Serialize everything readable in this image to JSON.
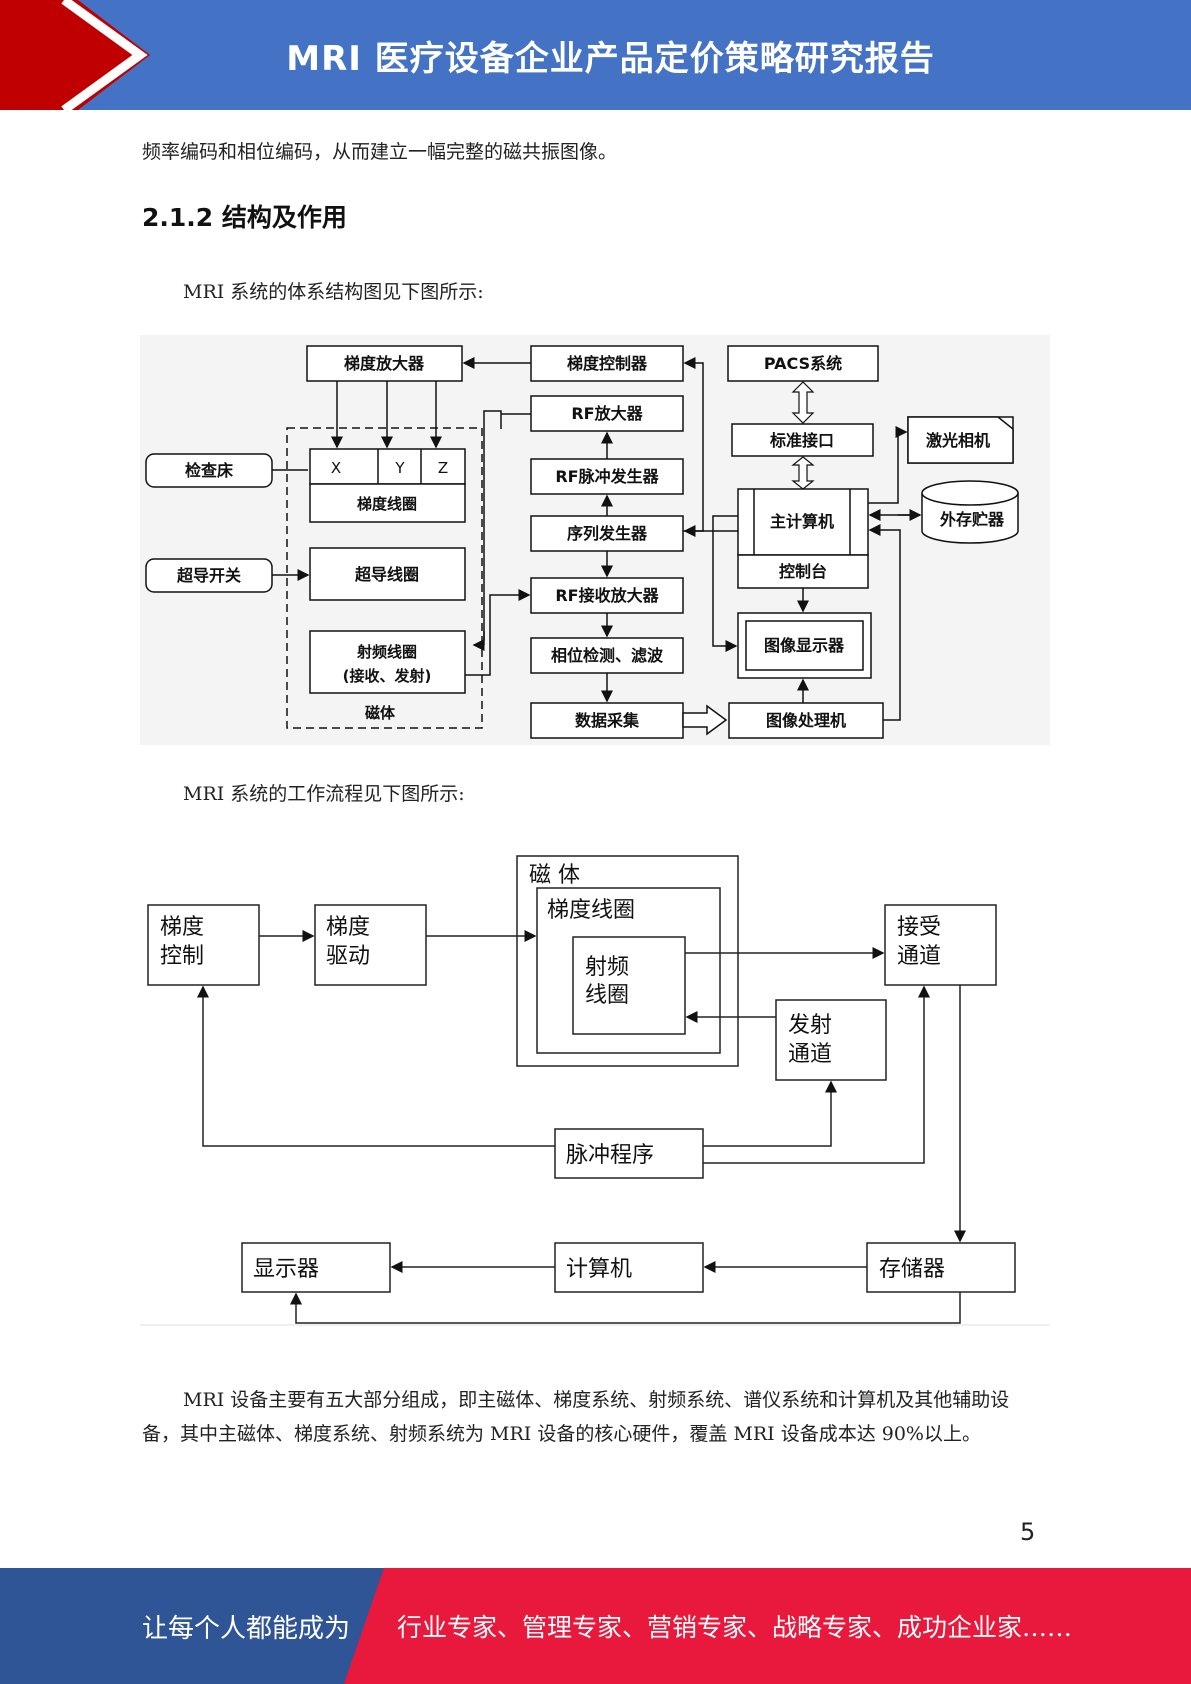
{
  "header": {
    "title": "MRI 医疗设备企业产品定价策略研究报告"
  },
  "body": {
    "intro_line": "频率编码和相位编码，从而建立一幅完整的磁共振图像。",
    "section_heading": "2.1.2 结构及作用",
    "arch_caption": "MRI 系统的体系结构图见下图所示:",
    "flow_caption": "MRI 系统的工作流程见下图所示:",
    "closing_para": "MRI 设备主要有五大部分组成，即主磁体、梯度系统、射频系统、谱仪系统和计算机及其他辅助设备，其中主磁体、梯度系统、射频系统为 MRI 设备的核心硬件，覆盖 MRI 设备成本达 90%以上。"
  },
  "arch_diagram": {
    "gradient_amp": "梯度放大器",
    "gradient_ctrl": "梯度控制器",
    "pacs": "PACS系统",
    "rf_amp": "RF放大器",
    "std_interface": "标准接口",
    "laser_camera": "激光相机",
    "exam_bed": "检查床",
    "x": "X",
    "y": "Y",
    "z": "Z",
    "gradient_coil": "梯度线圈",
    "rf_pulse_gen": "RF脉冲发生器",
    "main_computer": "主计算机",
    "ext_storage": "外存贮器",
    "seq_gen": "序列发生器",
    "console": "控制台",
    "sc_switch": "超导开关",
    "sc_coil": "超导线圈",
    "rf_recv_amp": "RF接收放大器",
    "image_display": "图像显示器",
    "rf_coil_line1": "射频线圈",
    "rf_coil_line2": "(接收、发射)",
    "phase_detect": "相位检测、滤波",
    "magnet": "磁体",
    "data_acq": "数据采集",
    "image_proc": "图像处理机"
  },
  "flow_diagram": {
    "magnet": "磁  体",
    "gradient_coil": "梯度线圈",
    "rf_coil_l1": "射频",
    "rf_coil_l2": "线圈",
    "grad_ctrl_l1": "梯度",
    "grad_ctrl_l2": "控制",
    "grad_drive_l1": "梯度",
    "grad_drive_l2": "驱动",
    "recv_l1": "接受",
    "recv_l2": "通道",
    "trans_l1": "发射",
    "trans_l2": "通道",
    "pulse_prog": "脉冲程序",
    "display": "显示器",
    "computer": "计算机",
    "storage": "存储器"
  },
  "page_number": "5",
  "footer": {
    "left_text": "让每个人都能成为",
    "right_text": "行业专家、管理专家、营销专家、战略专家、成功企业家……"
  },
  "colors": {
    "header_blue": "#4472c4",
    "accent_red": "#c00000",
    "footer_blue": "#2f5597",
    "footer_red": "#e8193c"
  }
}
